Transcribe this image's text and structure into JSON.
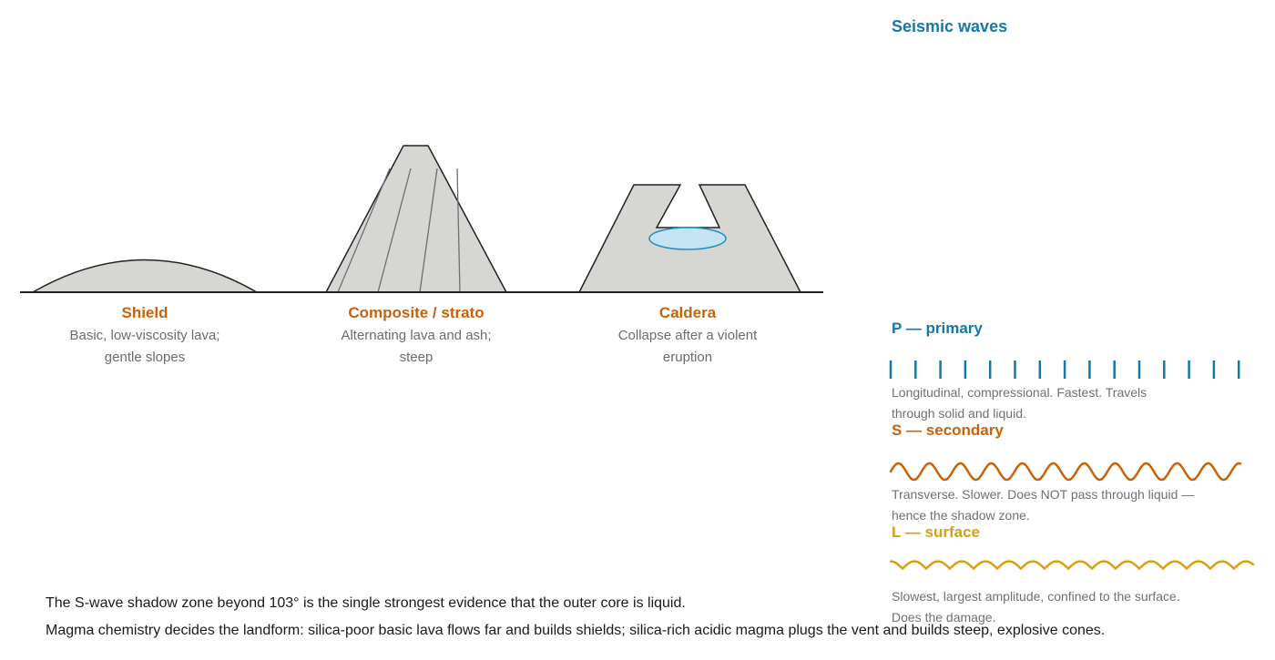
{
  "volcanoes": [
    {
      "title": "Shield",
      "desc1": "Basic, low-viscosity lava;",
      "desc2": "gentle slopes"
    },
    {
      "title": "Composite / strato",
      "desc1": "Alternating lava and ash;",
      "desc2": "steep"
    },
    {
      "title": "Caldera",
      "desc1": "Collapse after a violent",
      "desc2": "eruption"
    }
  ],
  "seismic": {
    "heading": "Seismic waves",
    "waves": [
      {
        "title": "P — primary",
        "color": "#1478a8",
        "desc1": "Longitudinal, compressional. Fastest. Travels",
        "desc2": "through solid and liquid."
      },
      {
        "title": "S — secondary",
        "color": "#c8620a",
        "desc1": "Transverse. Slower. Does NOT pass through liquid —",
        "desc2": "hence the shadow zone."
      },
      {
        "title": "L — surface",
        "color": "#d9a00b",
        "desc1": "Slowest, largest amplitude, confined to the surface.",
        "desc2": "Does the damage."
      }
    ]
  },
  "notes": [
    "The S-wave shadow zone beyond 103° is the single strongest evidence that the outer core is liquid.",
    "Magma chemistry decides the landform: silica-poor basic lava flows far and builds shields; silica-rich acidic magma plugs the vent and builds steep, explosive cones."
  ],
  "colors": {
    "volcano_fill": "#d6d6d3",
    "outline": "#222222",
    "caldera_lake": "#c5e3f2",
    "lake_stroke": "#1f8fc4"
  }
}
